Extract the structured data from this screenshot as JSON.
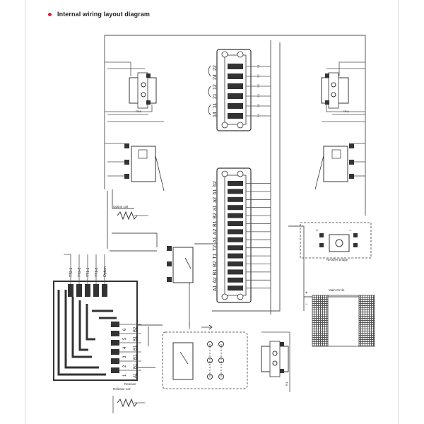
{
  "header": {
    "title": "Internal wiring layout diagram"
  },
  "colors": {
    "accent": "#d6213a",
    "line": "#4d4d4d",
    "module": "#333333"
  },
  "terminal_top": {
    "numbers": [
      "22",
      "24",
      "12",
      "21",
      "11",
      "14"
    ],
    "side_labels": [
      "S1",
      "S2",
      "S3",
      "S4",
      "S5",
      "S6"
    ]
  },
  "terminal_main": {
    "numbers": [
      "b2",
      "b1",
      "a2",
      "a1",
      "B2",
      "B1",
      "A2",
      "A1",
      "T2",
      "T1",
      "B2",
      "B1",
      "A2",
      "A1"
    ]
  },
  "switch_labels": {
    "top_left": "T-III",
    "top_right": "T-III",
    "mid_right": "T-II"
  },
  "coils": {
    "option": "Option coil",
    "release": "Release coil"
  },
  "pcb": {
    "top_labels": [
      "TT2-1",
      "TT2-2",
      "TT1-1",
      "TT1-2",
      "Option"
    ],
    "right_labels": [
      "B2",
      "B1",
      "B1",
      "B1",
      "B1",
      "A1"
    ],
    "numbers": [
      "6",
      "5",
      "4",
      "3",
      "2",
      "1"
    ],
    "release_label": "Release"
  },
  "rectifier": {
    "label": "Rectifier bridge",
    "plus": "+",
    "minus": "−"
  },
  "main_circle": {
    "label": "Main Circle",
    "plus": "+",
    "minus": "−"
  }
}
